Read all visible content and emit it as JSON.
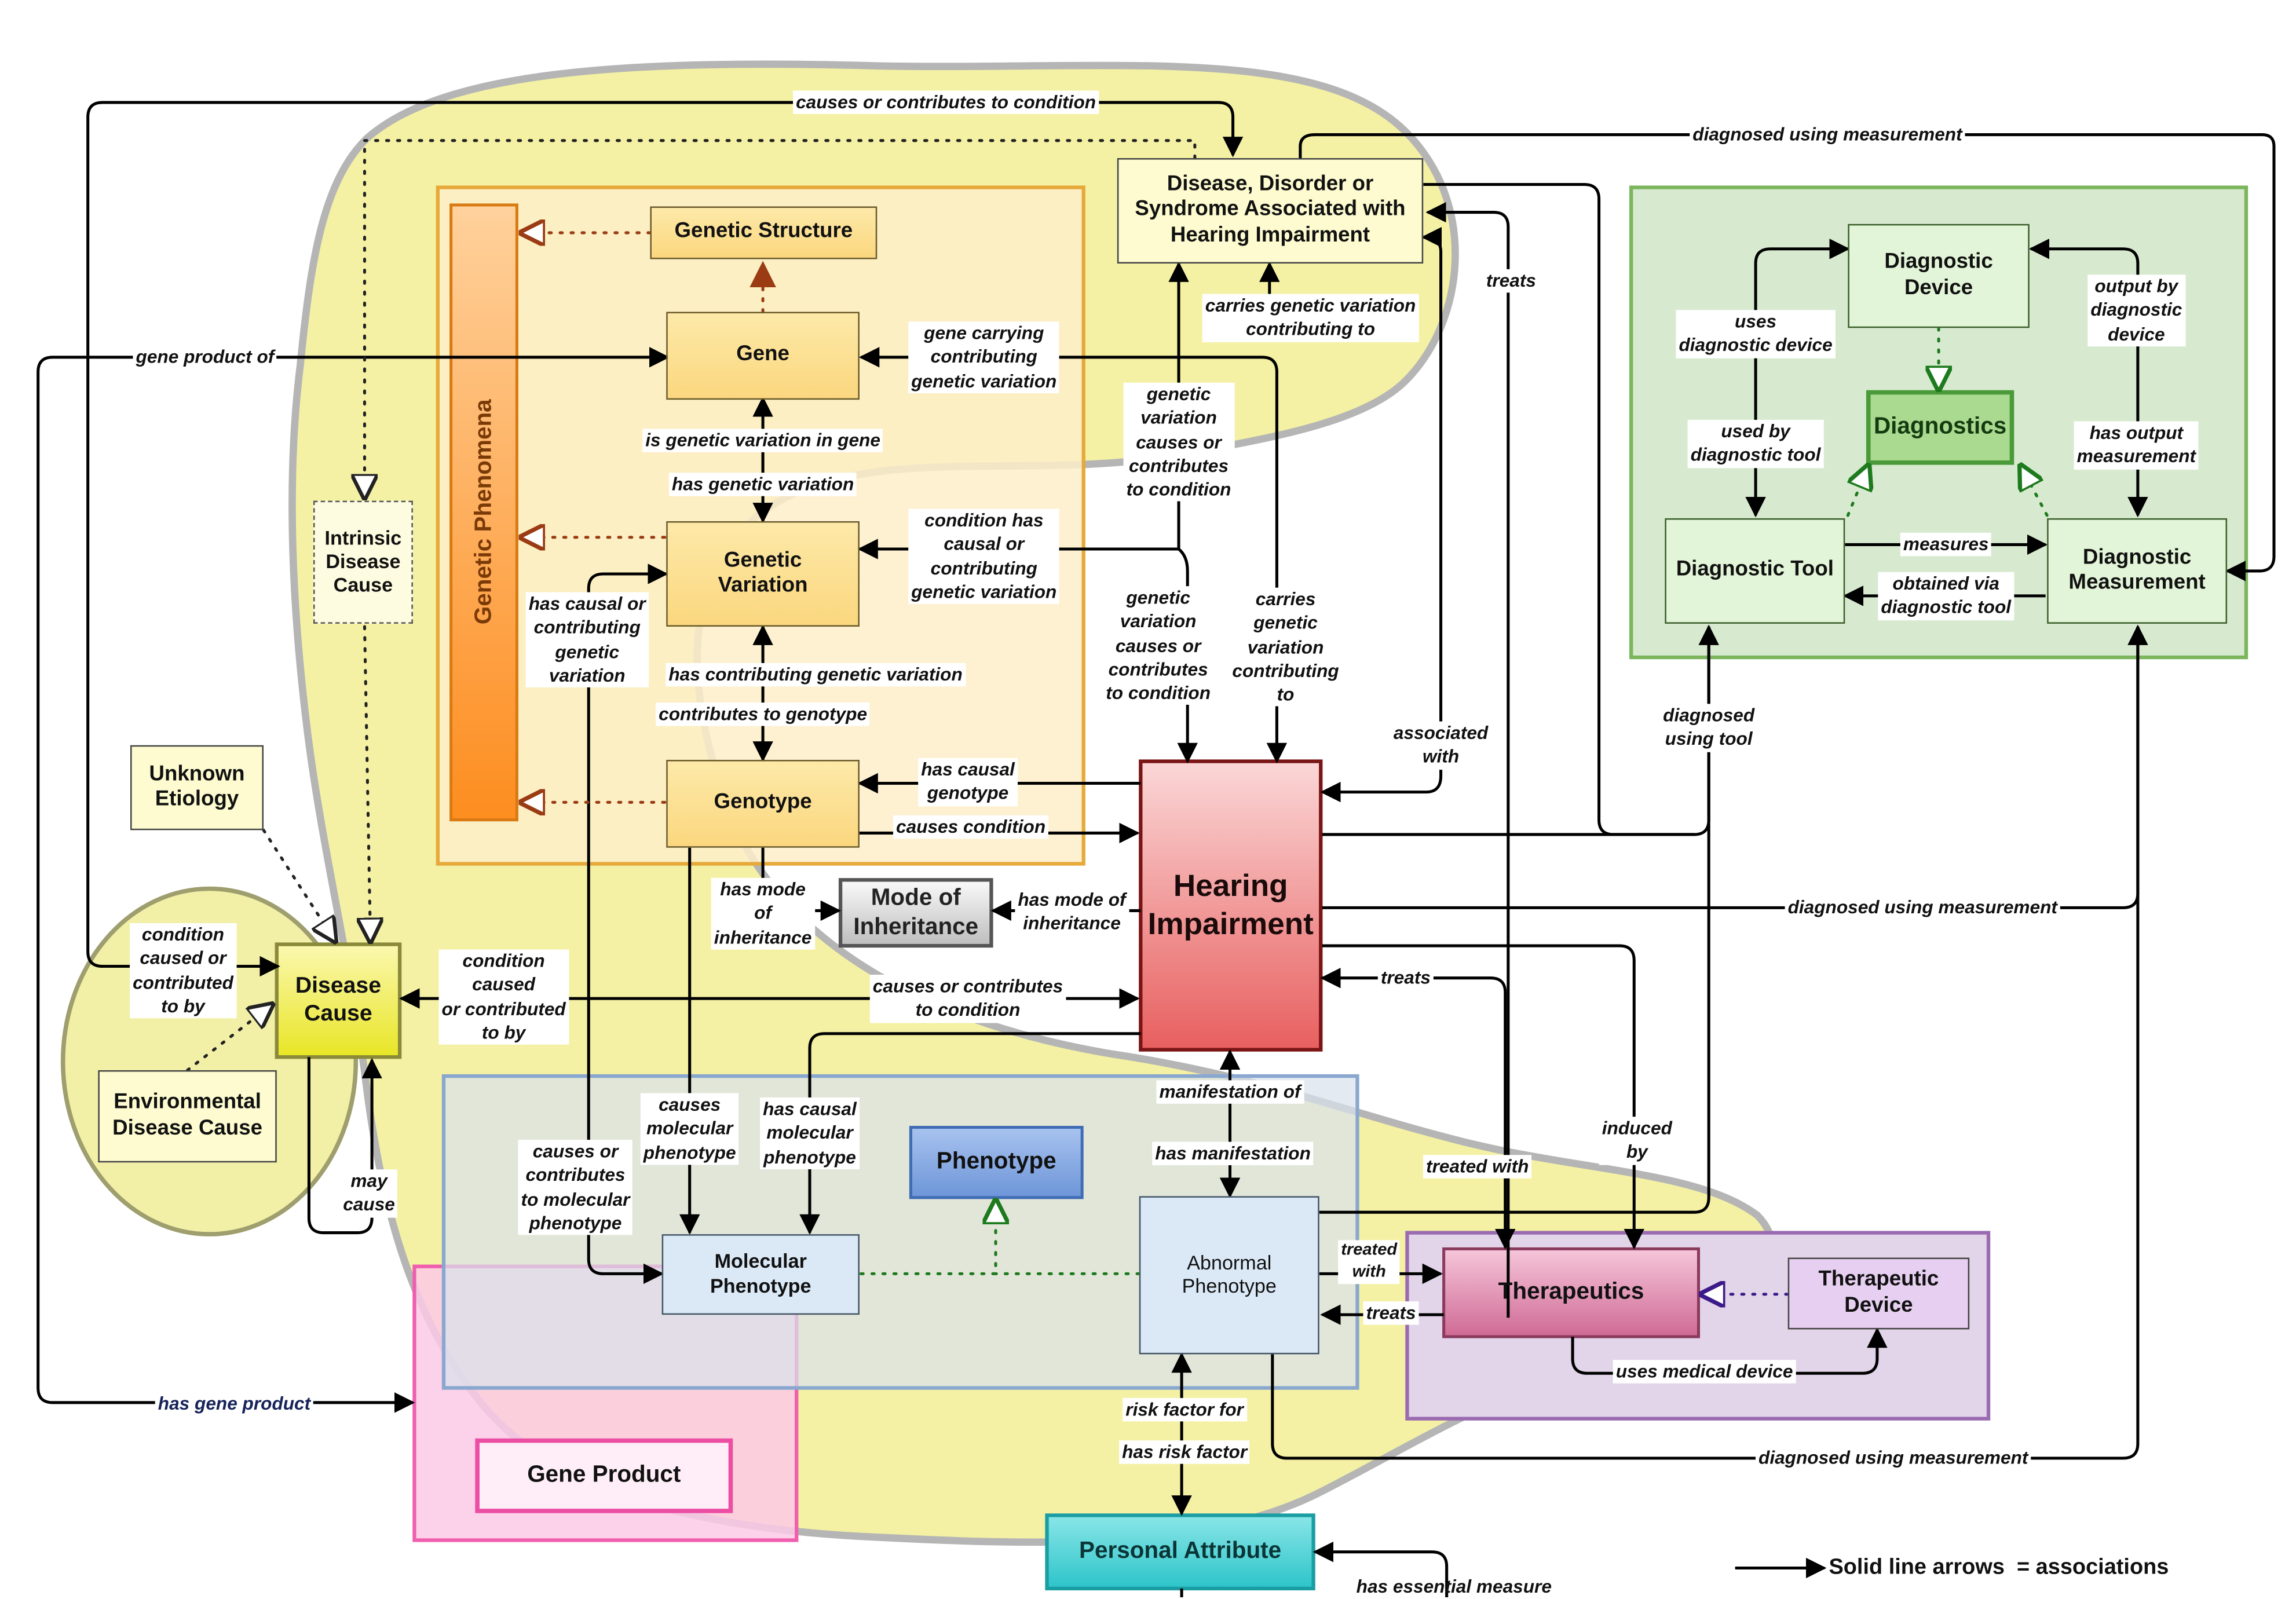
{
  "colors": {
    "cloud_fill": "#f4f1a4",
    "cloud_stroke": "#b5b5b5",
    "genetic_group_fill": "#fdefc9",
    "genetic_group_border": "#e6a93a",
    "diagnostic_group_fill": "#d7ead0",
    "diagnostic_group_border": "#7bb55c",
    "phenotype_group_fill": "#dde6ea",
    "phenotype_group_border": "#8aa8cf",
    "gene_product_group_fill": "#fcc9e6",
    "gene_product_group_border": "#ef5fae",
    "therapeutic_group_fill": "#e2d5e9",
    "therapeutic_group_border": "#9a6bb0",
    "hearing_impairment_fill": "#ee7170",
    "hearing_impairment_border": "#8b1a1a",
    "personal_attribute_fill": "#3ed0d5",
    "disease_cause_fill": "#f1ef4a",
    "therapeutics_fill": "#e088ac",
    "genetic_phenomena_fill": "#fca24b"
  },
  "nodes": {
    "disease_disorder": "Disease, Disorder or\nSyndrome Associated with\nHearing Impairment",
    "genetic_structure": "Genetic Structure",
    "gene": "Gene",
    "genetic_variation": "Genetic\nVariation",
    "genotype": "Genotype",
    "genetic_phenomena": "Genetic Phenomena",
    "intrinsic_disease_cause": "Intrinsic\nDisease\nCause",
    "unknown_etiology": "Unknown\nEtiology",
    "disease_cause": "Disease\nCause",
    "environmental_disease_cause": "Environmental\nDisease Cause",
    "mode_of_inheritance": "Mode of\nInheritance",
    "hearing_impairment": "Hearing\nImpairment",
    "diagnostic_device": "Diagnostic\nDevice",
    "diagnostics": "Diagnostics",
    "diagnostic_tool": "Diagnostic Tool",
    "diagnostic_measurement": "Diagnostic\nMeasurement",
    "phenotype": "Phenotype",
    "molecular_phenotype": "Molecular\nPhenotype",
    "abnormal_phenotype": "Abnormal\nPhenotype",
    "therapeutics": "Therapeutics",
    "therapeutic_device": "Therapeutic\nDevice",
    "gene_product": "Gene Product",
    "personal_attribute": "Personal Attribute"
  },
  "edge_labels": {
    "causes_contributes_top": "causes or contributes to condition",
    "diagnosed_using_measurement_top": "diagnosed using measurement",
    "treats_top": "treats",
    "gene_product_of": "gene product of",
    "gene_carrying": "gene carrying\ncontributing\ngenetic variation",
    "carries_genetic_variation_top": "carries genetic variation\ncontributing to",
    "genetic_variation_causes_top": "genetic\nvariation\ncauses or\ncontributes\nto condition",
    "is_genetic_variation_in_gene": "is genetic variation in gene",
    "has_genetic_variation": "has genetic variation",
    "condition_has_causal": "condition has\ncausal or\ncontributing\ngenetic variation",
    "has_causal_or_contributing": "has causal or\ncontributing\ngenetic\nvariation",
    "has_contributing_genetic_variation": "has contributing genetic variation",
    "contributes_to_genotype": "contributes to genotype",
    "genetic_variation_causes_mid": "genetic\nvariation\ncauses or\ncontributes\nto condition",
    "carries_genetic_variation_mid": "carries\ngenetic\nvariation\ncontributing\nto",
    "associated_with": "associated\nwith",
    "has_causal_genotype": "has causal\ngenotype",
    "causes_condition": "causes condition",
    "has_mode_of_inheritance_left": "has mode\nof\ninheritance",
    "has_mode_of_inheritance_right": "has mode of\ninheritance",
    "condition_caused_left": "condition\ncaused or\ncontributed\nto by",
    "condition_caused_mid": "condition\ncaused\nor contributed\nto by",
    "causes_contributes_mid": "causes or contributes\nto condition",
    "may_cause": "may\ncause",
    "uses_diagnostic_device": "uses\ndiagnostic device",
    "output_by_diagnostic_device": "output by\ndiagnostic\ndevice",
    "used_by_diagnostic_tool": "used by\ndiagnostic tool",
    "has_output_measurement": "has output\nmeasurement",
    "measures": "measures",
    "obtained_via_diagnostic_tool": "obtained via\ndiagnostic tool",
    "diagnosed_using_tool": "diagnosed\nusing tool",
    "diagnosed_using_measurement_mid": "diagnosed using measurement",
    "treats_mid": "treats",
    "manifestation_of": "manifestation of",
    "has_manifestation": "has manifestation",
    "causes_molecular_phenotype": "causes\nmolecular\nphenotype",
    "has_causal_molecular_phenotype": "has causal\nmolecular\nphenotype",
    "causes_contributes_molecular": "causes or\ncontributes\nto molecular\nphenotype",
    "treated_with_upper": "treated with",
    "induced_by": "induced\nby",
    "treated_with_lower": "treated\nwith",
    "treats_lower": "treats",
    "uses_medical_device": "uses medical device",
    "has_gene_product": "has gene product",
    "risk_factor_for": "risk factor for",
    "has_risk_factor": "has risk factor",
    "diagnosed_using_measurement_bottom": "diagnosed using measurement",
    "has_essential_measure": "has essential measure"
  },
  "legend": {
    "solid_line": "Solid line arrows  = associations"
  }
}
